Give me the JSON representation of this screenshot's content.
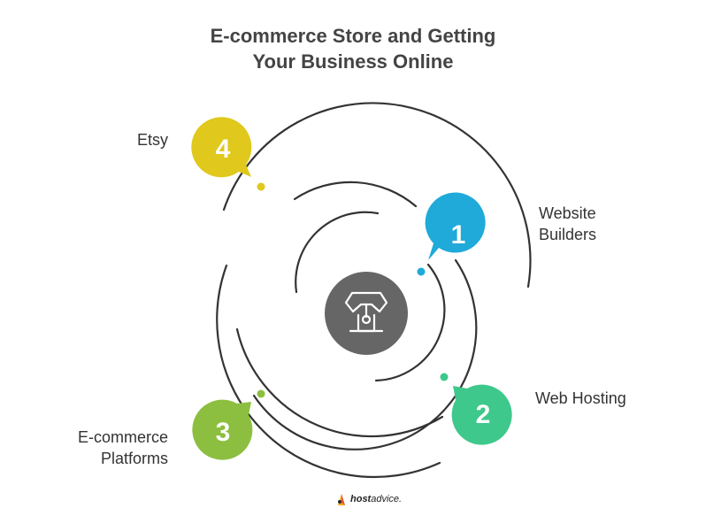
{
  "title": {
    "line1": "E-commerce Store and Getting",
    "line2": "Your Business Online"
  },
  "steps": [
    {
      "number": "1",
      "label_lines": [
        "Website",
        "Builders"
      ],
      "color": "#1faad9"
    },
    {
      "number": "2",
      "label_lines": [
        "Web Hosting"
      ],
      "color": "#3ec88b"
    },
    {
      "number": "3",
      "label_lines": [
        "E-commerce",
        "Platforms"
      ],
      "color": "#8cbf3f"
    },
    {
      "number": "4",
      "label_lines": [
        "Etsy"
      ],
      "color": "#e0c81c"
    }
  ],
  "center": {
    "icon": "storefront-icon",
    "color": "#666666"
  },
  "spiral_color": "#333333",
  "brand": {
    "logo": "hostadvice-logo-icon",
    "text_bold": "host",
    "text": "advice."
  }
}
